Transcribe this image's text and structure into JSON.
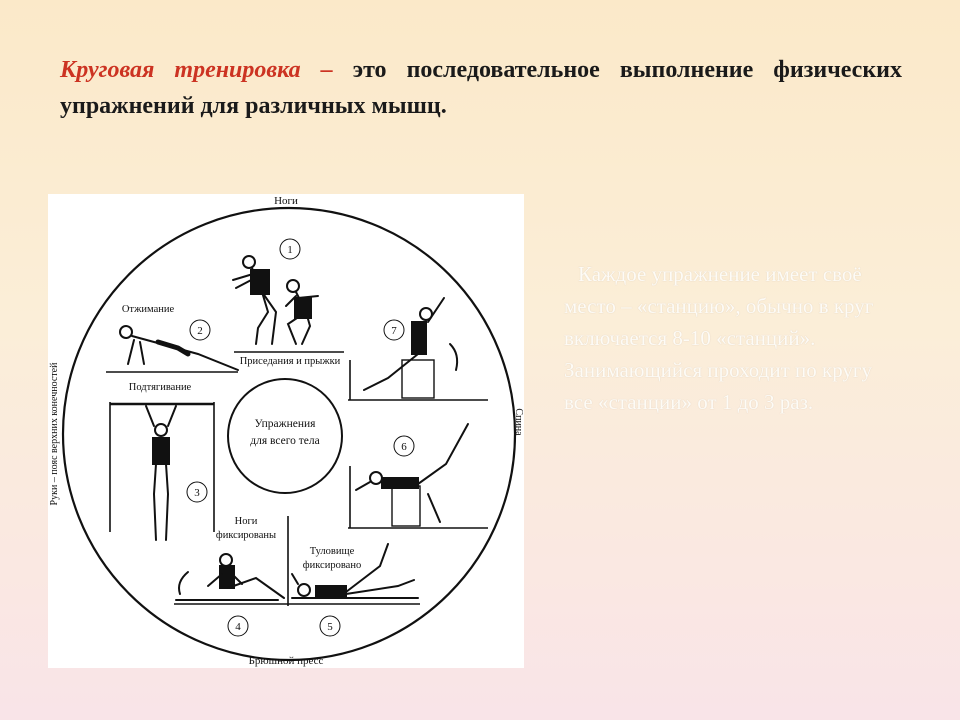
{
  "definition": {
    "term": "Круговая тренировка –",
    "text": " это последовательное выполнение физических упражнений для различных мышц."
  },
  "diagram": {
    "label_top": "Ноги",
    "label_left": "Руки – пояс верхних конечностей",
    "label_right": "Спина",
    "label_bottom": "Брюшной пресс",
    "center_line1": "Упражнения",
    "center_line2": "для всего тела",
    "stations": {
      "s1": "1",
      "s2": "2",
      "s3": "3",
      "s4": "4",
      "s5": "5",
      "s6": "6",
      "s7": "7"
    },
    "labels": {
      "pushups": "Отжимание",
      "squats": "Приседания и прыжки",
      "pullups": "Подтягивание",
      "legs_fixed_1": "Ноги",
      "legs_fixed_2": "фиксированы",
      "torso_fixed_1": "Туловище",
      "torso_fixed_2": "фиксировано"
    }
  },
  "side_note": {
    "text": "Каждое упражнение имеет своё место – «станцию», обычно в круг включается 8-10 «станций». Занимающийся проходит по кругу все «станции» от 1 до 3 раз."
  }
}
